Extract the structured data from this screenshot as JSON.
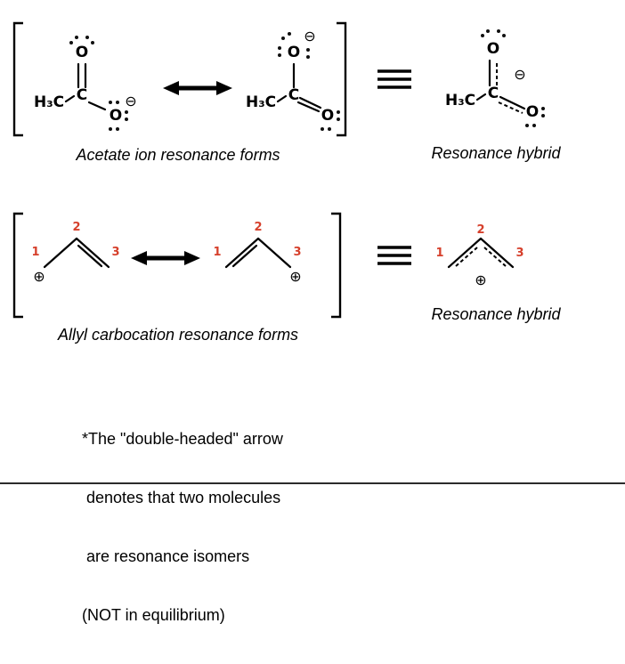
{
  "colors": {
    "oxygen": "#e8150d",
    "number": "#d6402c",
    "ink": "#000000"
  },
  "symbols": {
    "minus_charge": "⊖",
    "plus_charge": "⊕"
  },
  "acetate": {
    "methyl": "H₃C",
    "carbon": "C",
    "oxygen": "O",
    "caption": "Acetate ion resonance forms",
    "hybrid_caption": "Resonance hybrid"
  },
  "allyl": {
    "c1": "1",
    "c2": "2",
    "c3": "3",
    "caption": "Allyl carbocation resonance forms",
    "hybrid_caption": "Resonance hybrid"
  },
  "footnote": {
    "line1": "*The \"double-headed\" arrow",
    "line2": " denotes that two molecules",
    "line3": " are resonance isomers",
    "line4": "(NOT in equilibrium)"
  }
}
